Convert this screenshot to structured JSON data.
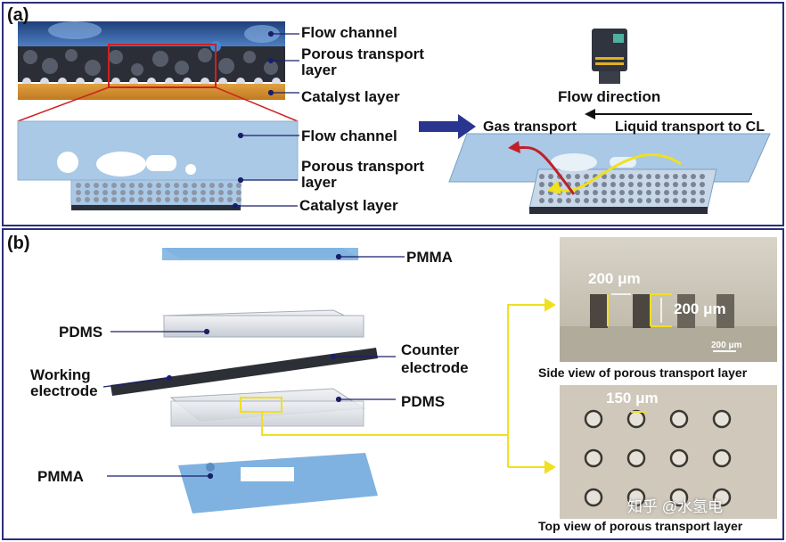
{
  "panel_a": {
    "label": "(a)",
    "stack_labels": {
      "flow_channel": "Flow channel",
      "ptl_line1": "Porous transport",
      "ptl_line2": "layer",
      "catalyst": "Catalyst layer"
    },
    "zoom_labels": {
      "flow_channel": "Flow channel",
      "ptl_line1": "Porous transport",
      "ptl_line2": "layer",
      "catalyst": "Catalyst layer"
    },
    "right": {
      "flow_direction": "Flow direction",
      "gas_transport": "Gas transport",
      "liquid_transport": "Liquid transport to CL"
    }
  },
  "panel_b": {
    "label": "(b)",
    "layers": {
      "pmma_top": "PMMA",
      "pdms_top": "PDMS",
      "counter_line1": "Counter",
      "counter_line2": "electrode",
      "working_line1": "Working",
      "working_line2": "electrode",
      "pdms_bottom": "PDMS",
      "pmma_bottom": "PMMA"
    },
    "side_view": {
      "spacing": "200 μm",
      "height": "200 μm",
      "scale_bar": "200 μm",
      "caption": "Side view of porous transport layer"
    },
    "top_view": {
      "diameter": "150 μm",
      "caption": "Top view of porous transport layer"
    },
    "watermark": "知乎 @水氢电"
  },
  "colors": {
    "frame": "#2a2f7a",
    "leader": "#1a1f6a",
    "arrow_yellow": "#f0e020",
    "gas_red": "#c0202a",
    "channel_blue": "#a9c9e6",
    "pmma_blue": "#7fb2e0"
  }
}
